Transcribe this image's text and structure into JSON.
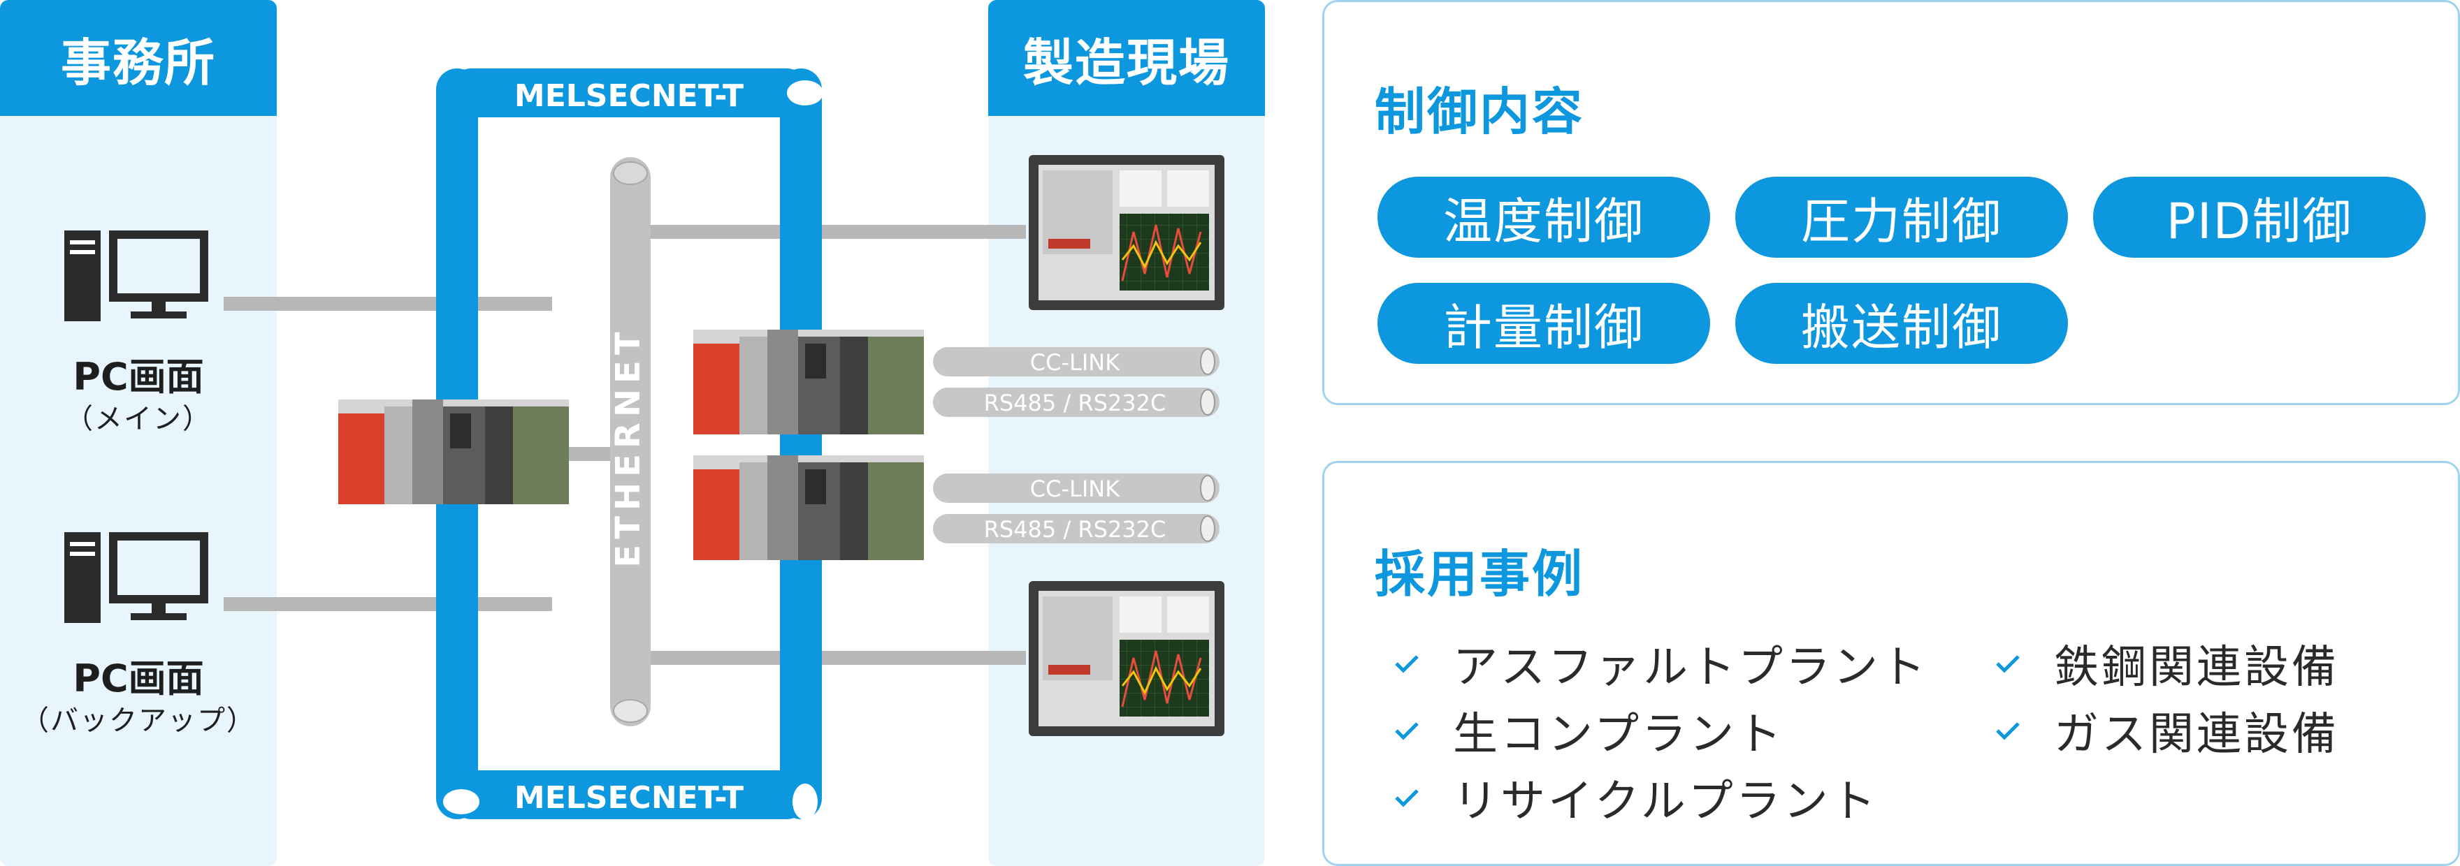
{
  "zones": {
    "office": {
      "title": "事務所"
    },
    "factory": {
      "title": "製造現場"
    }
  },
  "network": {
    "melsecnet_top": "MELSECNET-T",
    "melsecnet_bottom": "MELSECNET-T",
    "ethernet": "ETHERNET",
    "bus_labels": [
      "CC-LINK",
      "RS485 / RS232C",
      "CC-LINK",
      "RS485 / RS232C"
    ]
  },
  "pcs": [
    {
      "label": "PC画面",
      "sub": "（メイン）"
    },
    {
      "label": "PC画面",
      "sub": "（バックアップ）"
    }
  ],
  "control": {
    "title": "制御内容",
    "items": [
      "温度制御",
      "圧力制御",
      "PID制御",
      "計量制御",
      "搬送制御"
    ]
  },
  "cases": {
    "title": "採用事例",
    "left": [
      "アスファルトプラント",
      "生コンプラント",
      "リサイクルプラント"
    ],
    "right": [
      "鉄鋼関連設備",
      "ガス関連設備"
    ]
  },
  "colors": {
    "accent": "#0d97de",
    "zone_bg": "#e8f5fc",
    "cable_gray": "#b7b7b7",
    "plc_red": "#d9412c"
  }
}
